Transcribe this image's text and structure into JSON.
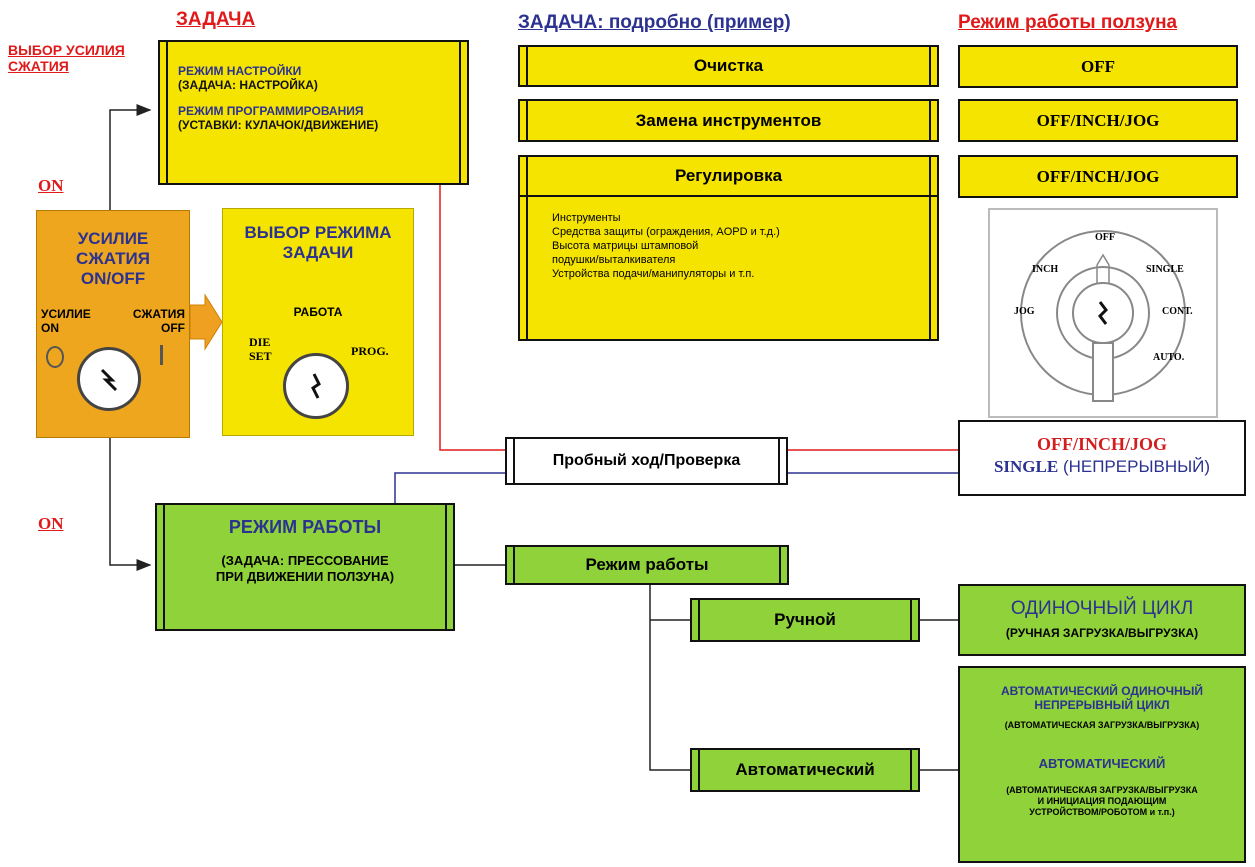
{
  "headers": {
    "task": "ЗАДАЧА",
    "task_detail": "ЗАДАЧА: подробно (пример)",
    "slide_mode": "Режим работы ползуна",
    "force_select": [
      "ВЫБОР УСИЛИЯ",
      "СЖАТИЯ"
    ]
  },
  "on_labels": [
    "ON",
    "ON"
  ],
  "setup_box": {
    "line1": "РЕЖИМ НАСТРОЙКИ",
    "line2": "(ЗАДАЧА: НАСТРОЙКА)",
    "line3": "РЕЖИМ ПРОГРАММИРОВАНИЯ",
    "line4": "(УСТАВКИ: КУЛАЧОК/ДВИЖЕНИЕ)"
  },
  "force_panel": {
    "title": [
      "УСИЛИЕ",
      "СЖАТИЯ",
      "ON/OFF"
    ],
    "left_label": [
      "УСИЛИЕ",
      "ON"
    ],
    "right_label": [
      "СЖАТИЯ",
      "OFF"
    ]
  },
  "task_select_panel": {
    "title": [
      "ВЫБОР РЕЖИМА",
      "ЗАДАЧИ"
    ],
    "top": "РАБОТА",
    "left": [
      "DIE",
      "SET"
    ],
    "right": "PROG."
  },
  "detail": {
    "cleaning": "Очистка",
    "tool_change": "Замена инструментов",
    "adjust_title": "Регулировка",
    "adjust_items": [
      "Инструменты",
      "Средства защиты (ограждения, AOPD и т.д.)",
      "Высота матрицы штамповой",
      "подушки/выталкивателя",
      "Устройства подачи/манипуляторы и т.п."
    ]
  },
  "slide": {
    "off": "OFF",
    "off_inch_jog_1": "OFF/INCH/JOG",
    "off_inch_jog_2": "OFF/INCH/JOG",
    "dial": {
      "off": "OFF",
      "inch": "INCH",
      "single": "SINGLE",
      "jog": "JOG",
      "cont": "CONT.",
      "auto": "AUTO."
    }
  },
  "trial": {
    "label": "Пробный ход/Проверка",
    "result_line1": "OFF/INCH/JOG",
    "result_line2_a": "SINGLE",
    "result_line2_b": "(НЕПРЕРЫВНЫЙ)"
  },
  "run_mode": {
    "title": "РЕЖИМ РАБОТЫ",
    "sub1": "(ЗАДАЧА: ПРЕССОВАНИЕ",
    "sub2": "ПРИ ДВИЖЕНИИ ПОЛЗУНА)",
    "branch": "Режим работы",
    "manual": "Ручной",
    "auto": "Автоматический",
    "single_cycle": "ОДИНОЧНЫЙ ЦИКЛ",
    "single_cycle_sub": "(РУЧНАЯ ЗАГРУЗКА/ВЫГРУЗКА)",
    "auto_box": {
      "l1": "АВТОМАТИЧЕСКИЙ ОДИНОЧНЫЙ",
      "l2": "НЕПРЕРЫВНЫЙ ЦИКЛ",
      "l3": "(АВТОМАТИЧЕСКАЯ ЗАГРУЗКА/ВЫГРУЗКА)",
      "l4": "АВТОМАТИЧЕСКИЙ",
      "l5": "(АВТОМАТИЧЕСКАЯ ЗАГРУЗКА/ВЫГРУЗКА",
      "l6": "И ИНИЦИАЦИЯ ПОДАЮЩИМ",
      "l7": "УСТРОЙСТВОМ/РОБОТОМ и т.п.)"
    }
  }
}
